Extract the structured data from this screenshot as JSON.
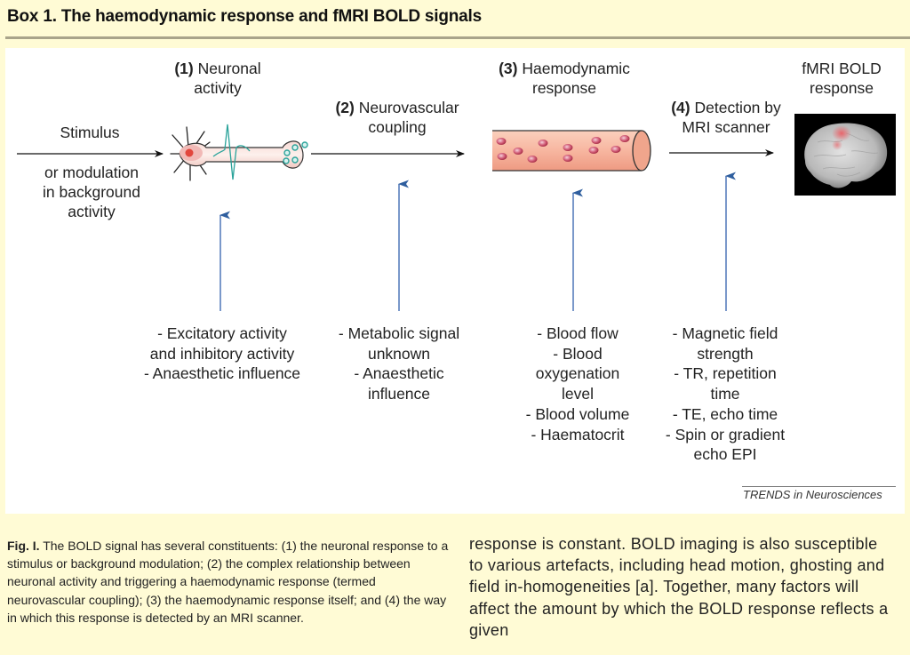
{
  "box": {
    "title": "Box 1. The haemodynamic response and fMRI BOLD signals"
  },
  "figure": {
    "stimulus_label": "Stimulus",
    "stimulus_alt_lines": [
      "or modulation",
      "in background",
      "activity"
    ],
    "stages": [
      {
        "number": "(1)",
        "title_lines": [
          "Neuronal",
          "activity"
        ]
      },
      {
        "number": "(2)",
        "title_lines": [
          "Neurovascular",
          "coupling"
        ]
      },
      {
        "number": "(3)",
        "title_lines": [
          "Haemodynamic",
          "response"
        ]
      },
      {
        "number": "(4)",
        "title_lines": [
          "Detection by",
          "MRI scanner"
        ]
      }
    ],
    "output_label_lines": [
      "fMRI BOLD",
      "response"
    ],
    "factors": [
      [
        "- Excitatory activity",
        "and inhibitory activity",
        "- Anaesthetic influence"
      ],
      [
        "- Metabolic signal",
        "unknown",
        "- Anaesthetic",
        "influence"
      ],
      [
        "- Blood flow",
        "- Blood",
        "oxygenation",
        "level",
        "- Blood volume",
        "- Haematocrit"
      ],
      [
        "- Magnetic field",
        "strength",
        "- TR, repetition",
        "time",
        "- TE, echo time",
        "- Spin or gradient",
        "echo EPI"
      ]
    ],
    "credit": "TRENDS in Neurosciences",
    "icons": [
      "neuron-icon",
      "blood-vessel-icon",
      "brain-scan-icon"
    ],
    "colors": {
      "page_background": "#fffbd5",
      "title_rule": "#a9a48a",
      "factor_arrow": "#4a72b0",
      "flow_arrow": "#111111",
      "neuron_fill": "#f2c3c3",
      "spike": "#2aa39a",
      "vessel_fill": "#f6b39a",
      "blood_cell": "#c2405a",
      "activation": "#e86868"
    }
  },
  "caption": {
    "fig_label": "Fig. I.",
    "fig_text": " The BOLD signal has several constituents: (1) the neuronal response to a stimulus or background modulation; (2) the complex relationship between neuronal activity and triggering a haemodynamic response (termed neurovascular coupling); (3) the haemodynamic response itself; and (4) the way in which this response is detected by an MRI scanner.",
    "body_text": "response is constant. BOLD imaging is also susceptible to various artefacts, including head motion, ghosting and field in-homogeneities [a]. Together, many factors will affect the amount by which the BOLD response reflects a given"
  }
}
